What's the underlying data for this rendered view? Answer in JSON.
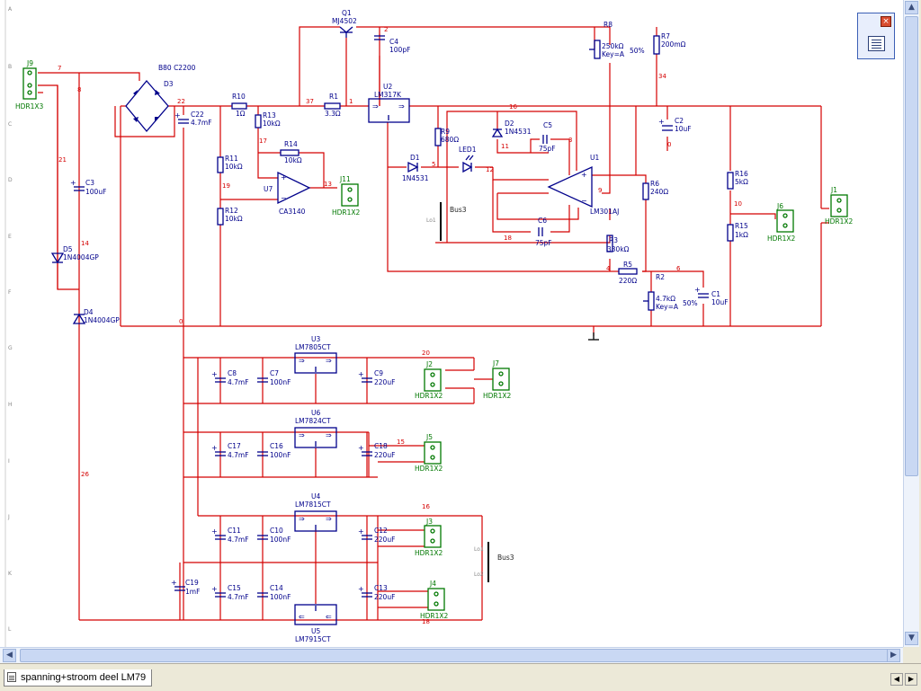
{
  "sheet_tab": {
    "label": "spanning+stroom deel LM79"
  },
  "ruler": {
    "rows": [
      "A",
      "B",
      "C",
      "D",
      "E",
      "F",
      "G",
      "H",
      "I",
      "J",
      "K",
      "L"
    ]
  },
  "components": {
    "q1": {
      "ref": "Q1",
      "value": "MJ4502"
    },
    "u2": {
      "ref": "U2",
      "value": "LM317K"
    },
    "u7": {
      "ref": "U7",
      "value": "CA3140"
    },
    "u1": {
      "ref": "U1",
      "value": "LM301AJ"
    },
    "u3": {
      "ref": "U3",
      "value": "LM7805CT"
    },
    "u6": {
      "ref": "U6",
      "value": "LM7824CT"
    },
    "u4": {
      "ref": "U4",
      "value": "LM7815CT"
    },
    "u5": {
      "ref": "U5",
      "value": "LM7915CT"
    },
    "d3": {
      "ref": "D3",
      "value": "B80 C2200"
    },
    "d1": {
      "ref": "D1",
      "value": "1N4531"
    },
    "d2": {
      "ref": "D2",
      "value": "1N4531"
    },
    "d5": {
      "ref": "D5",
      "value": "1N4004GP"
    },
    "d4": {
      "ref": "D4",
      "value": "1N4004GP"
    },
    "led1": {
      "ref": "LED1"
    },
    "r1": {
      "ref": "R1",
      "value": "3.3Ω"
    },
    "r10": {
      "ref": "R10",
      "value": "1Ω"
    },
    "r13": {
      "ref": "R13",
      "value": "10kΩ"
    },
    "r14": {
      "ref": "R14",
      "value": "10kΩ"
    },
    "r11": {
      "ref": "R11",
      "value": "10kΩ"
    },
    "r12": {
      "ref": "R12",
      "value": "10kΩ"
    },
    "r9": {
      "ref": "R9",
      "value": "680Ω"
    },
    "r6": {
      "ref": "R6",
      "value": "240Ω"
    },
    "r3": {
      "ref": "R3",
      "value": "330kΩ"
    },
    "r5": {
      "ref": "R5",
      "value": "220Ω"
    },
    "r7": {
      "ref": "R7",
      "value": "200mΩ"
    },
    "r16": {
      "ref": "R16",
      "value": "5kΩ"
    },
    "r15": {
      "ref": "R15",
      "value": "1kΩ"
    },
    "r8": {
      "ref": "R8",
      "value": "250kΩ",
      "key": "Key=A",
      "pct": "50%"
    },
    "r2": {
      "ref": "R2",
      "value": "4.7kΩ",
      "key": "Key=A",
      "pct": "50%"
    },
    "c4": {
      "ref": "C4",
      "value": "100pF"
    },
    "c5": {
      "ref": "C5",
      "value": "75pF"
    },
    "c6": {
      "ref": "C6",
      "value": "75pF"
    },
    "c2": {
      "ref": "C2",
      "value": "10uF"
    },
    "c1": {
      "ref": "C1",
      "value": "10uF"
    },
    "c22": {
      "ref": "C22",
      "value": "4.7mF"
    },
    "c3": {
      "ref": "C3",
      "value": "100uF"
    },
    "c8": {
      "ref": "C8",
      "value": "4.7mF"
    },
    "c7": {
      "ref": "C7",
      "value": "100nF"
    },
    "c9": {
      "ref": "C9",
      "value": "220uF"
    },
    "c17": {
      "ref": "C17",
      "value": "4.7mF"
    },
    "c16": {
      "ref": "C16",
      "value": "100nF"
    },
    "c18": {
      "ref": "C18",
      "value": "220uF"
    },
    "c11": {
      "ref": "C11",
      "value": "4.7mF"
    },
    "c10": {
      "ref": "C10",
      "value": "100nF"
    },
    "c12": {
      "ref": "C12",
      "value": "220uF"
    },
    "c15": {
      "ref": "C15",
      "value": "4.7mF"
    },
    "c14": {
      "ref": "C14",
      "value": "100nF"
    },
    "c13": {
      "ref": "C13",
      "value": "220uF"
    },
    "c19": {
      "ref": "C19",
      "value": "1mF"
    }
  },
  "connectors": {
    "j9": {
      "ref": "J9",
      "value": "HDR1X3"
    },
    "j11": {
      "ref": "J11",
      "value": "HDR1X2"
    },
    "j6": {
      "ref": "J6",
      "value": "HDR1X2"
    },
    "j1": {
      "ref": "J1",
      "value": "HDR1X2"
    },
    "j2": {
      "ref": "J2",
      "value": "HDR1X2"
    },
    "j7": {
      "ref": "J7",
      "value": "HDR1X2"
    },
    "j5": {
      "ref": "J5",
      "value": "HDR1X2"
    },
    "j3": {
      "ref": "J3",
      "value": "HDR1X2"
    },
    "j4": {
      "ref": "J4",
      "value": "HDR1X2"
    }
  },
  "nets": {
    "n7": "7",
    "n8": "8",
    "n21": "21",
    "n14": "14",
    "n22": "22",
    "n26": "26",
    "n0": "0",
    "n37": "37",
    "n1": "1",
    "n2": "2",
    "n34": "34",
    "n17": "17",
    "n19": "19",
    "n13": "13",
    "n16": "16",
    "n11": "11",
    "n3": "3",
    "n5": "5",
    "n12": "12",
    "n9": "9",
    "n18": "18",
    "n4": "4",
    "n6": "6",
    "n10": "10",
    "n20": "20",
    "n15": "15",
    "n16b": "16",
    "n18b": "18"
  },
  "buses": {
    "bus_top": {
      "name": "Bus3",
      "pins": [
        "Lo1"
      ]
    },
    "bus_bottom": {
      "name": "Bus3",
      "pins": [
        "Lo1",
        "Lo2"
      ]
    }
  }
}
